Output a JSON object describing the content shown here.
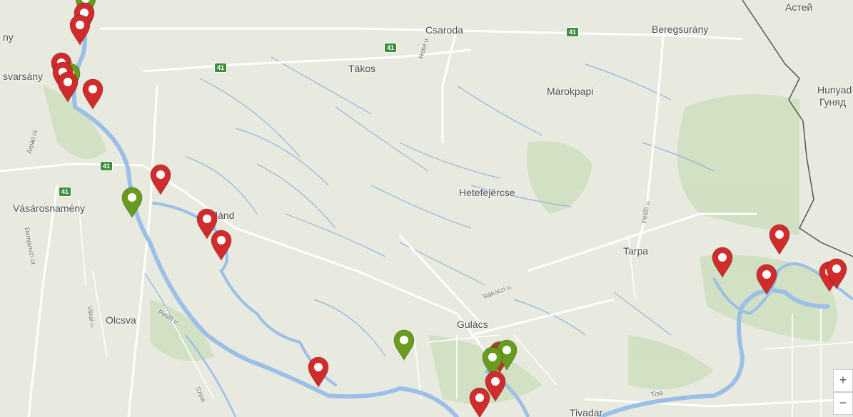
{
  "towns": [
    {
      "name": "Csaroda",
      "cls": "town"
    },
    {
      "name": "Beregsurány",
      "cls": "town"
    },
    {
      "name": "Астей",
      "cls": "town"
    },
    {
      "name": "Tákos",
      "cls": "town"
    },
    {
      "name": "Márokpapi",
      "cls": "town"
    },
    {
      "name": "Hunyad",
      "cls": "town"
    },
    {
      "name": "Гуняд",
      "cls": "town"
    },
    {
      "name": "svarsány",
      "cls": "town"
    },
    {
      "name": "ny",
      "cls": "town"
    },
    {
      "name": "Hetefejércse",
      "cls": "town"
    },
    {
      "name": "Vásárosnamény",
      "cls": "town"
    },
    {
      "name": "Jánd",
      "cls": "town"
    },
    {
      "name": "Tarpa",
      "cls": "town"
    },
    {
      "name": "Olcsva",
      "cls": "town"
    },
    {
      "name": "Gulács",
      "cls": "town"
    },
    {
      "name": "Tivadar",
      "cls": "town"
    }
  ],
  "streets": [
    {
      "name": "Hetei u."
    },
    {
      "name": "Árpád út"
    },
    {
      "name": "Damjanich út"
    },
    {
      "name": "Petőfi u."
    },
    {
      "name": "Rákóczi u."
    },
    {
      "name": "Petőfi u."
    },
    {
      "name": "Vitkai u."
    },
    {
      "name": "Tisa"
    },
    {
      "name": "Szipa"
    }
  ],
  "road_badges": [
    "41",
    "41",
    "41",
    "41",
    "41"
  ],
  "markers": [
    {
      "type": "green"
    },
    {
      "type": "red"
    },
    {
      "type": "red"
    },
    {
      "type": "red"
    },
    {
      "type": "green"
    },
    {
      "type": "red"
    },
    {
      "type": "red"
    },
    {
      "type": "red"
    },
    {
      "type": "red"
    },
    {
      "type": "green"
    },
    {
      "type": "red"
    },
    {
      "type": "red"
    },
    {
      "type": "red"
    },
    {
      "type": "green"
    },
    {
      "type": "green"
    },
    {
      "type": "red"
    },
    {
      "type": "green"
    },
    {
      "type": "green"
    },
    {
      "type": "red"
    },
    {
      "type": "red"
    },
    {
      "type": "red"
    },
    {
      "type": "red"
    },
    {
      "type": "red"
    },
    {
      "type": "red"
    },
    {
      "type": "red"
    }
  ],
  "marker_colors": {
    "red": "#d22b2b",
    "green": "#6a9a1e"
  },
  "zoom": {
    "in_label": "+",
    "out_label": "−"
  }
}
